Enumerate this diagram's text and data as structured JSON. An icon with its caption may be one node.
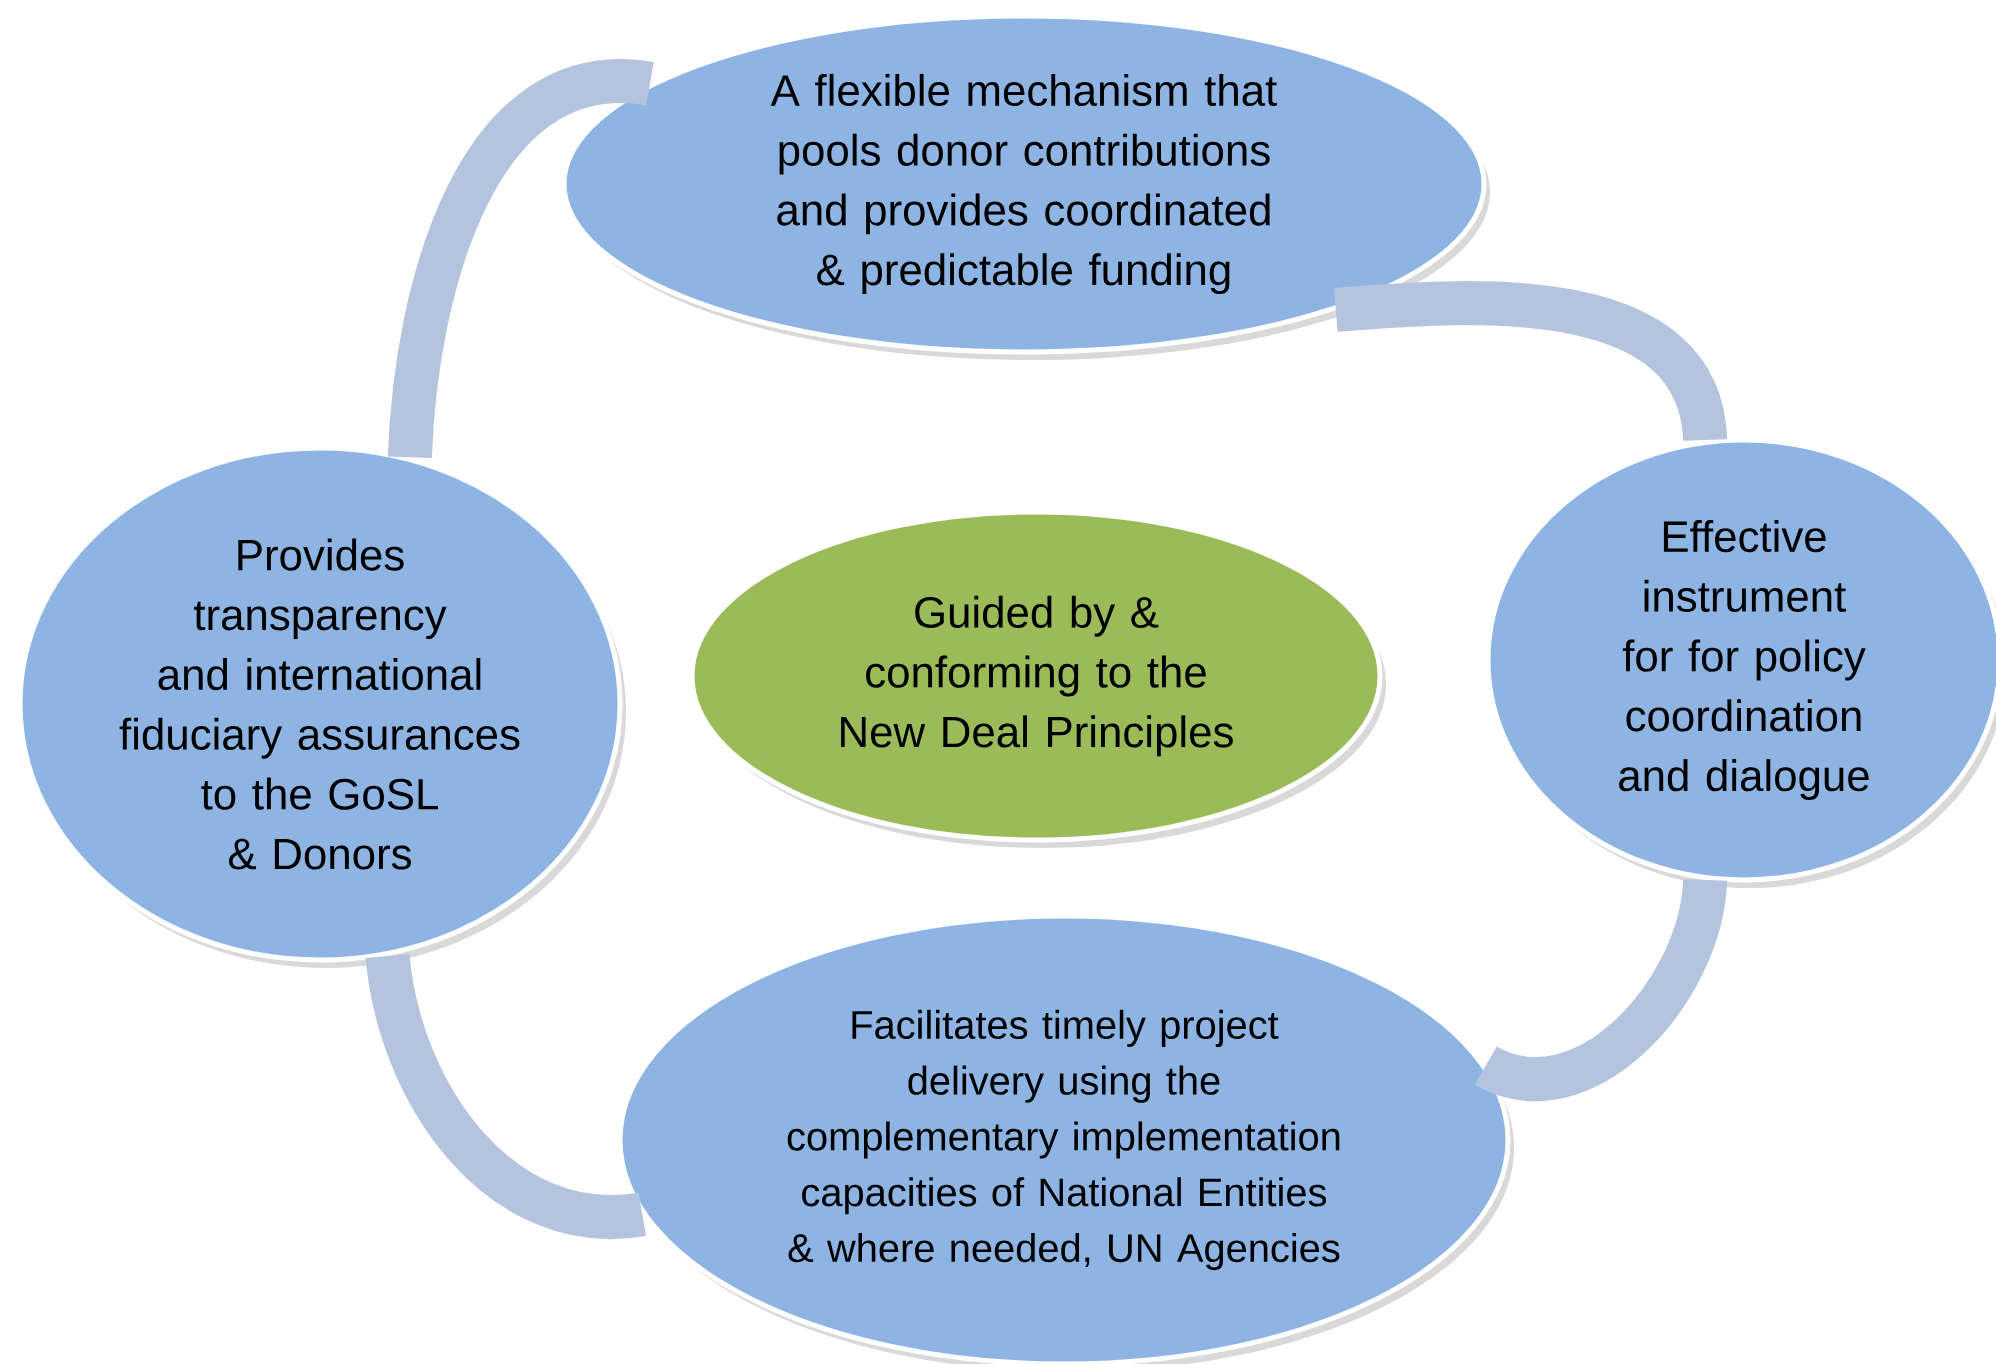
{
  "diagram": {
    "nodes": [
      {
        "text": [
          "A flexible mechanism that pools  donor contributions and provides coordinated & predictable funding"
        ]
      },
      {
        "text": [
          "Provides transparency and international fiduciary assurances to the GoSL & Donors"
        ]
      },
      {
        "text": [
          "Guided by & conforming to the New Deal Principles"
        ]
      },
      {
        "text": [
          "Effective instrument for for policy coordination and dialogue"
        ]
      },
      {
        "text": [
          "Facilitates timely project delivery using the complementary implementation capacities of National Entities & where needed, UN Agencies"
        ]
      }
    ],
    "edges": [
      {
        "from": 0,
        "to": 3,
        "arrow": "none"
      },
      {
        "from": 3,
        "to": 4,
        "arrow": "none"
      },
      {
        "from": 4,
        "to": 1,
        "arrow": "none"
      },
      {
        "from": 1,
        "to": 0,
        "arrow": "none"
      }
    ]
  }
}
